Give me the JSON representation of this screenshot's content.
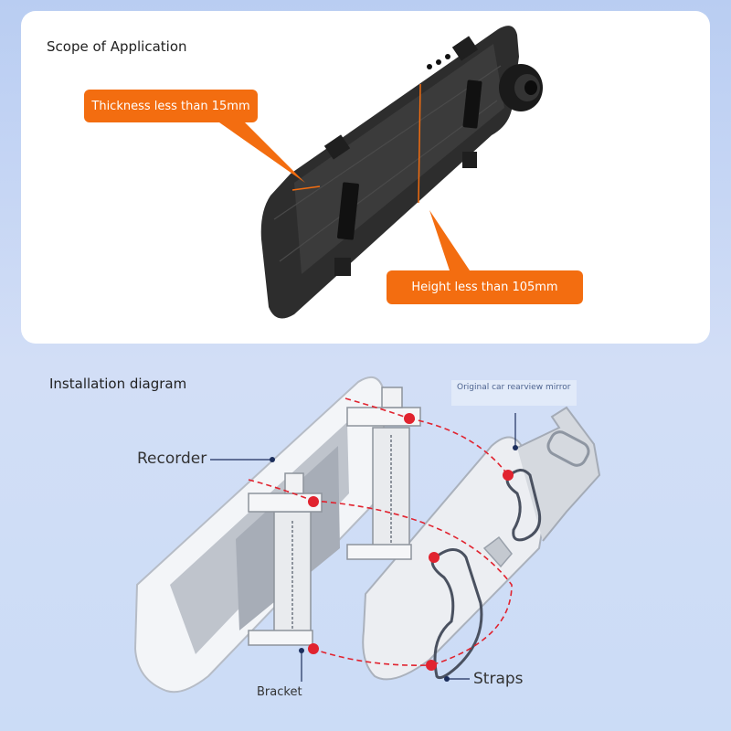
{
  "top_section": {
    "title": "Scope of Application",
    "thickness_label": "Thickness less than 15mm",
    "height_label": "Height less than 105mm"
  },
  "bottom_section": {
    "title": "Installation diagram",
    "recorder_label": "Recorder",
    "bracket_label": "Bracket",
    "straps_label": "Straps",
    "mirror_label": "Original car rearview mirror"
  },
  "colors": {
    "accent_orange": "#f36d10",
    "marker_red": "#e1232f",
    "leader_navy": "#1c2e5c",
    "device_dark": "#2b2b2b"
  }
}
